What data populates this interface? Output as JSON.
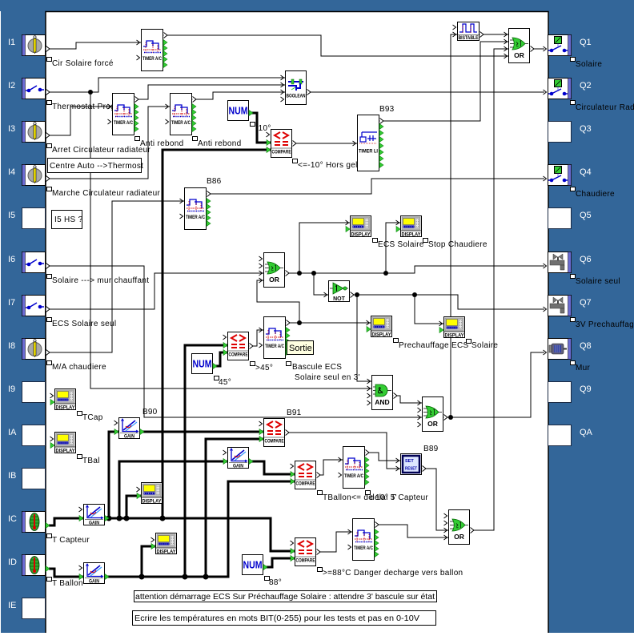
{
  "inputs": [
    {
      "id": "I1",
      "label": "Cir Solaire forcé",
      "icon": "key-switch"
    },
    {
      "id": "I2",
      "label": "Thermostat Prog",
      "icon": "switch"
    },
    {
      "id": "I3",
      "label": "Arret Circulateur radiateur",
      "icon": "key-switch"
    },
    {
      "id": "I4",
      "label": "Marche Circulateur radiateur",
      "icon": "key-switch"
    },
    {
      "id": "I5",
      "label": null,
      "icon": null
    },
    {
      "id": "I6",
      "label": "Solaire ---> mur chauffant",
      "icon": "switch"
    },
    {
      "id": "I7",
      "label": "ECS Solaire seul",
      "icon": "switch"
    },
    {
      "id": "I8",
      "label": "M/A chaudiere",
      "icon": "key-switch"
    },
    {
      "id": "I9",
      "label": null,
      "icon": null
    },
    {
      "id": "IA",
      "label": null,
      "icon": null
    },
    {
      "id": "IB",
      "label": null,
      "icon": null
    },
    {
      "id": "IC",
      "label": "T Capteur",
      "icon": "thermometer"
    },
    {
      "id": "ID",
      "label": "T Ballon",
      "icon": "thermometer"
    },
    {
      "id": "IE",
      "label": null,
      "icon": null
    }
  ],
  "outputs": [
    {
      "id": "Q1",
      "label": "Solaire",
      "icon": "relay"
    },
    {
      "id": "Q2",
      "label": "Circulateur Rad",
      "icon": "relay"
    },
    {
      "id": "Q3",
      "label": null,
      "icon": null
    },
    {
      "id": "Q4",
      "label": "Chaudiere",
      "icon": "relay"
    },
    {
      "id": "Q5",
      "label": null,
      "icon": null
    },
    {
      "id": "Q6",
      "label": "Solaire seul",
      "icon": "valve"
    },
    {
      "id": "Q7",
      "label": "3V Prechauffag",
      "icon": "valve"
    },
    {
      "id": "Q8",
      "label": "Mur",
      "icon": "motor"
    },
    {
      "id": "Q9",
      "label": null,
      "icon": null
    },
    {
      "id": "QA",
      "label": null,
      "icon": null
    }
  ],
  "blocks": {
    "timer_cir": {
      "caption": "TIMER A/C"
    },
    "timer_anti1": {
      "caption": "TIMER A/C",
      "label": "Anti rebond"
    },
    "timer_anti2": {
      "caption": "TIMER A/C",
      "label": "Anti rebond"
    },
    "timer_b86": {
      "caption": "TIMER A/C",
      "ref": "B86"
    },
    "timer_bascule": {
      "caption": "TIMER A/C",
      "label": [
        "Bascule ECS",
        "Solaire seul en 3'"
      ]
    },
    "timer_delai": {
      "caption": "TIMER A/C",
      "label": "delai 5'"
    },
    "timer_danger": {
      "caption": "TIMER A/C"
    },
    "timer_li": {
      "caption": "TIMER LI",
      "ref": "B93"
    },
    "boolean": {
      "caption": "BOOLEAN"
    },
    "num_gel": {
      "caption": "NUM",
      "label": "-10°"
    },
    "num_45": {
      "caption": "NUM",
      "label": "45°"
    },
    "num_88": {
      "caption": "NUM",
      "label": "88°"
    },
    "cmp_gel": {
      "caption": "COMPARE",
      "label": "<=-10° Hors gel"
    },
    "cmp_45": {
      "caption": "COMPARE",
      "label": ">45°"
    },
    "cmp_b91": {
      "caption": "COMPARE",
      "ref": "B91"
    },
    "cmp_ballon": {
      "caption": "COMPARE",
      "label": "TBallon<= de 10° T Capteur"
    },
    "cmp_88": {
      "caption": "COMPARE",
      "label": ">=88°C Danger decharge vers ballon"
    },
    "disp_ecs": {
      "caption": "DISPLAY",
      "label": "ECS Solaire"
    },
    "disp_stop": {
      "caption": "DISPLAY",
      "label": "Stop Chaudiere"
    },
    "disp_prech": {
      "caption": "DISPLAY",
      "label": "Prechauffage ECS"
    },
    "disp_solaire": {
      "caption": "DISPLAY",
      "label": "Solaire"
    },
    "disp_cap": {
      "caption": "DISPLAY"
    },
    "disp_bal": {
      "caption": "DISPLAY"
    },
    "disp_tcap": {
      "caption": "DISPLAY",
      "label": "TCap"
    },
    "disp_tbal": {
      "caption": "DISPLAY",
      "label": "TBal"
    },
    "gain_b90": {
      "caption": "GAIN",
      "ref": "B90"
    },
    "gain_cap": {
      "caption": "GAIN"
    },
    "gain_ic": {
      "caption": "GAIN"
    },
    "gain_id": {
      "caption": "GAIN"
    },
    "or_q1": {
      "caption": "OR"
    },
    "or_ecs": {
      "caption": "OR"
    },
    "or_q8": {
      "caption": "OR"
    },
    "or_alarm": {
      "caption": "OR"
    },
    "and_ecs": {
      "caption": "AND"
    },
    "not_ecs": {
      "caption": "NOT"
    },
    "bistable": {
      "caption": "BISTABLE"
    },
    "setreset": {
      "caption_top": "SET",
      "caption_bottom": "RESET",
      "ref": "B89"
    }
  },
  "comments": [
    "Centre Auto -->Thermost",
    "I5 HS ?"
  ],
  "notes": [
    "attention démarrage ECS Sur Préchauffage Solaire : attendre 3' bascule sur état",
    "Ecrire les températures en mots BIT(0-255) pour les tests et pas en 0-10V"
  ],
  "tooltip": "Sortie",
  "colors": {
    "panel": "#336699",
    "canvas": "#ffffff",
    "wire": "#000000",
    "port_green": "#33cc33",
    "slot_stripe": "#6c6cd4",
    "tooltip_bg": "#ffffe1"
  }
}
